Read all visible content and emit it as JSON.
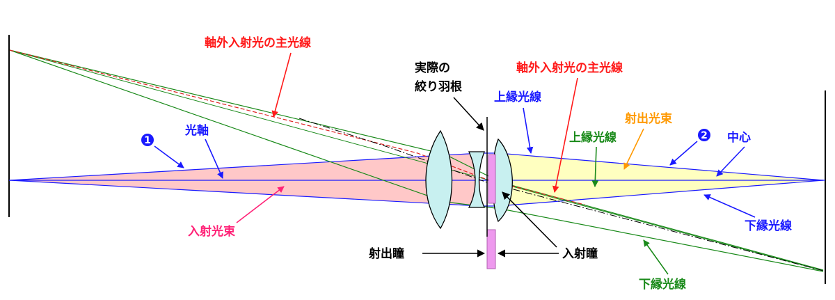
{
  "labels": {
    "chief_ray_left": "軸外入射光の主光線",
    "chief_ray_right": "軸外入射光の主光線",
    "aperture_line1": "実際の",
    "aperture_line2": "絞り羽根",
    "optical_axis": "光軸",
    "marker_1": "1",
    "marker_2": "2",
    "upper_marginal_blue": "上縁光線",
    "upper_marginal_green": "上縁光線",
    "exit_beam": "射出光束",
    "center": "中心",
    "lower_marginal_blue": "下縁光線",
    "lower_marginal_green": "下縁光線",
    "entrance_beam": "入射光束",
    "exit_pupil": "射出瞳",
    "entrance_pupil": "入射瞳"
  },
  "colors": {
    "red": "#ff1a1a",
    "blue": "#1a1aff",
    "green": "#1a8a1a",
    "orange": "#ff9900",
    "pink": "#ff2277",
    "entrance_beam_fill": "#ffc8c8",
    "exit_beam_fill": "#ffffc0",
    "lens_fill": "#c8f0f0",
    "pupil_fill": "#ee99ee"
  }
}
